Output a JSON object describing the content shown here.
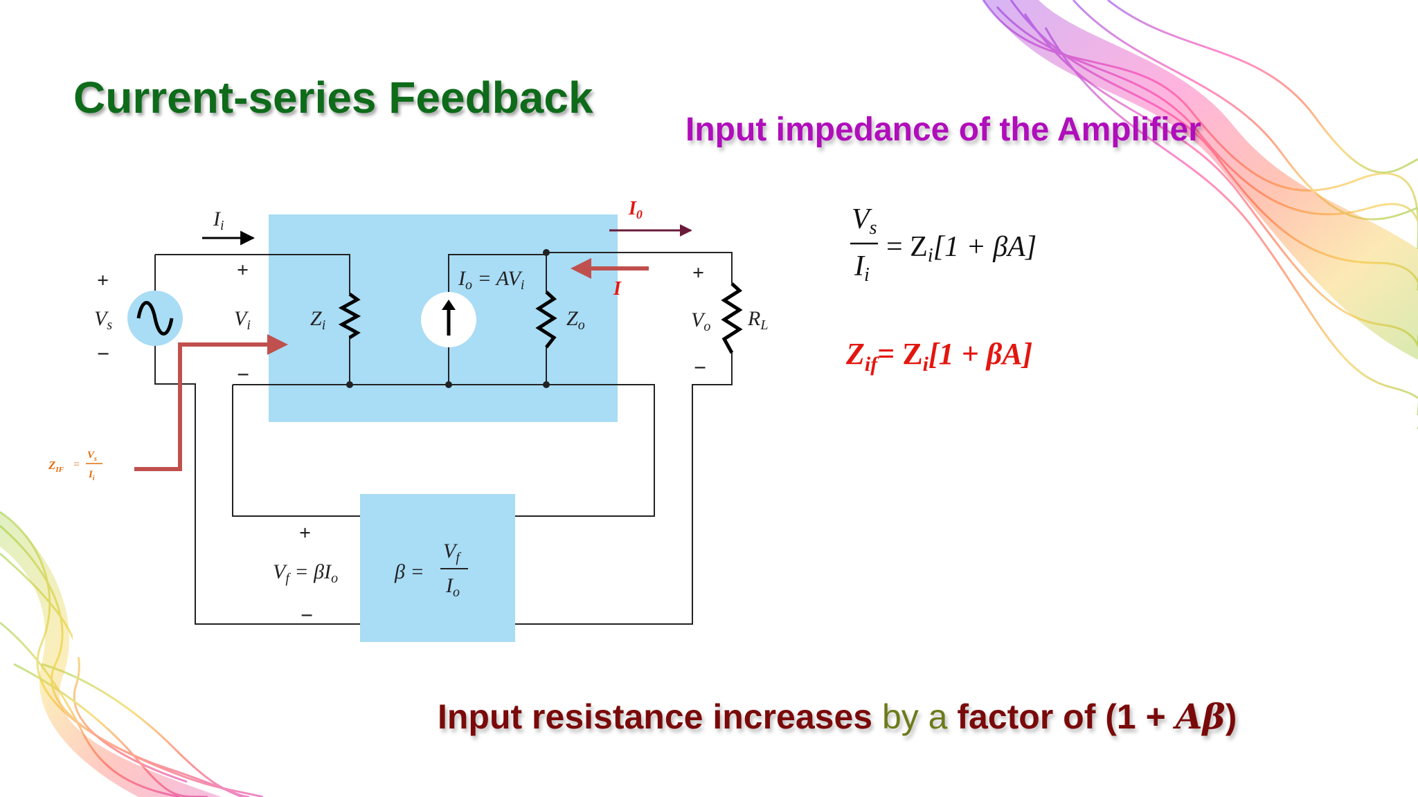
{
  "slide": {
    "title": "Current-series  Feedback",
    "subtitle": "Input impedance of the Amplifier",
    "conclusion": {
      "part1": "Input resistance increases",
      "part2": " by a ",
      "part3": "factor of (1 + ",
      "part4": "Aβ",
      "part5": ")"
    }
  },
  "equations": {
    "eq1_num": "V",
    "eq1_num_sub": "s",
    "eq1_den": "I",
    "eq1_den_sub": "i",
    "eq1_rhs": "= Z",
    "eq1_rhs_sub": "i",
    "eq1_rhs_tail": "[1 + βA]",
    "eq2_lhs": "Z",
    "eq2_lhs_sub": "if",
    "eq2_rhs": "= Z",
    "eq2_rhs_sub": "i",
    "eq2_rhs_tail": "[1 + βA]"
  },
  "circuit": {
    "input_current": "I",
    "input_current_sub": "i",
    "output_current": "I",
    "output_current_sub": "0",
    "load_current": "I",
    "plus": "+",
    "minus": "−",
    "vs": "V",
    "vs_sub": "s",
    "vi": "V",
    "vi_sub": "i",
    "zi": "Z",
    "zi_sub": "i",
    "io_eq": "I",
    "io_eq_sub": "o",
    "io_eq_tail": " = AV",
    "io_eq_tail_sub": "i",
    "zo": "Z",
    "zo_sub": "o",
    "vo": "V",
    "vo_sub": "o",
    "rl": "R",
    "rl_sub": "L",
    "vf_eq": "V",
    "vf_eq_sub": "f",
    "vf_eq_tail": " = βI",
    "vf_eq_tail_sub": "o",
    "beta_eq": "β =",
    "beta_num": "V",
    "beta_num_sub": "f",
    "beta_den": "I",
    "beta_den_sub": "o",
    "zif_label": "Z",
    "zif_label_sub": "IF",
    "zif_eq": "=",
    "zif_num": "V",
    "zif_num_sub": "s",
    "zif_den": "I",
    "zif_den_sub": "i"
  },
  "colors": {
    "title": "#0e6b1a",
    "subtitle": "#b00dbb",
    "equation_red": "#e3160f",
    "block_fill": "#a9dcf5",
    "arrow_red": "#c0504d",
    "arrow_dark": "#6b1b3a",
    "zif_label": "#e36c0a"
  }
}
